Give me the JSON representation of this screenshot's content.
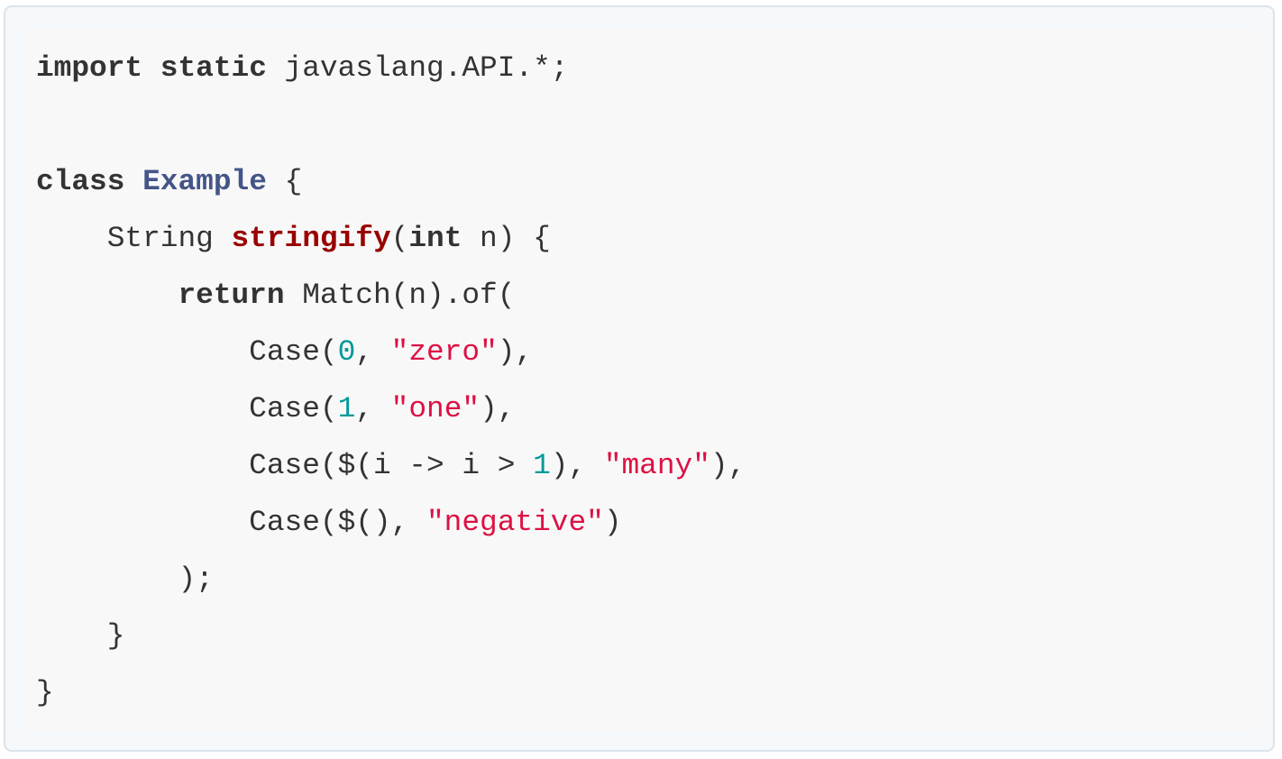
{
  "code_block": {
    "language": "java",
    "colors": {
      "plain": "#333333",
      "keyword": "#333333",
      "class_name": "#445588",
      "function_name": "#990000",
      "number": "#009999",
      "string": "#dd1144",
      "card_bg": "#f5f9fb",
      "card_border": "#dbe3eb",
      "pre_bg": "#f8f8f8"
    },
    "lines": [
      [
        {
          "t": "import",
          "k": "keyword"
        },
        {
          "t": " ",
          "k": "plain"
        },
        {
          "t": "static",
          "k": "keyword"
        },
        {
          "t": " javaslang.API.*;",
          "k": "plain"
        }
      ],
      [],
      [
        {
          "t": "class",
          "k": "keyword"
        },
        {
          "t": " ",
          "k": "plain"
        },
        {
          "t": "Example",
          "k": "class_name"
        },
        {
          "t": " {",
          "k": "plain"
        }
      ],
      [
        {
          "t": "    String ",
          "k": "plain"
        },
        {
          "t": "stringify",
          "k": "function_name"
        },
        {
          "t": "(",
          "k": "plain"
        },
        {
          "t": "int",
          "k": "keyword"
        },
        {
          "t": " n) {",
          "k": "plain"
        }
      ],
      [
        {
          "t": "        ",
          "k": "plain"
        },
        {
          "t": "return",
          "k": "keyword"
        },
        {
          "t": " Match(n).of(",
          "k": "plain"
        }
      ],
      [
        {
          "t": "            Case(",
          "k": "plain"
        },
        {
          "t": "0",
          "k": "number"
        },
        {
          "t": ", ",
          "k": "plain"
        },
        {
          "t": "\"zero\"",
          "k": "string"
        },
        {
          "t": "),",
          "k": "plain"
        }
      ],
      [
        {
          "t": "            Case(",
          "k": "plain"
        },
        {
          "t": "1",
          "k": "number"
        },
        {
          "t": ", ",
          "k": "plain"
        },
        {
          "t": "\"one\"",
          "k": "string"
        },
        {
          "t": "),",
          "k": "plain"
        }
      ],
      [
        {
          "t": "            Case($(i -> i > ",
          "k": "plain"
        },
        {
          "t": "1",
          "k": "number"
        },
        {
          "t": "), ",
          "k": "plain"
        },
        {
          "t": "\"many\"",
          "k": "string"
        },
        {
          "t": "),",
          "k": "plain"
        }
      ],
      [
        {
          "t": "            Case($(), ",
          "k": "plain"
        },
        {
          "t": "\"negative\"",
          "k": "string"
        },
        {
          "t": ")",
          "k": "plain"
        }
      ],
      [
        {
          "t": "        );",
          "k": "plain"
        }
      ],
      [
        {
          "t": "    }",
          "k": "plain"
        }
      ],
      [
        {
          "t": "}",
          "k": "plain"
        }
      ]
    ]
  }
}
